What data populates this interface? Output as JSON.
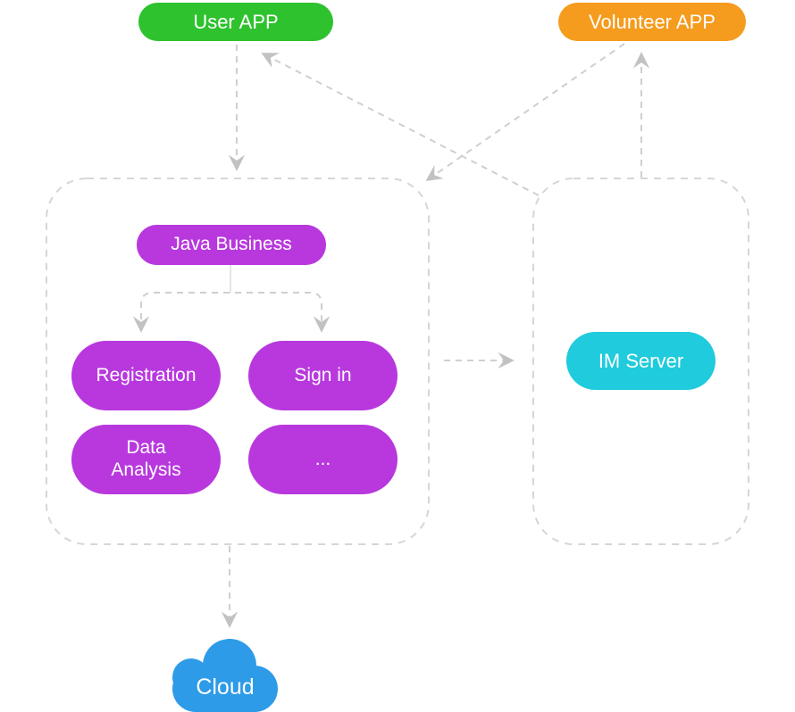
{
  "diagram": {
    "title": "App backend architecture diagram",
    "nodes": {
      "user_app": {
        "label": "User APP",
        "color": "#2EC22E"
      },
      "volunteer_app": {
        "label": "Volunteer APP",
        "color": "#F59B1D"
      },
      "java_business": {
        "label": "Java Business",
        "color": "#B838DE"
      },
      "registration": {
        "label": "Registration",
        "color": "#B838DE"
      },
      "sign_in": {
        "label": "Sign in",
        "color": "#B838DE"
      },
      "data_analysis": {
        "label": "Data Analysis",
        "color": "#B838DE"
      },
      "more": {
        "label": "...",
        "color": "#B838DE"
      },
      "im_server": {
        "label": "IM Server",
        "color": "#1FCBDC"
      },
      "cloud": {
        "label": "Cloud",
        "color": "#2D9BE8"
      }
    },
    "groups": {
      "backend_group": {
        "contains": [
          "java_business",
          "registration",
          "sign_in",
          "data_analysis",
          "more"
        ]
      },
      "im_group": {
        "contains": [
          "im_server"
        ]
      }
    },
    "edges": [
      {
        "id": "user-app-to-backend-group",
        "from": "user_app",
        "to": "backend_group",
        "style": "dashed"
      },
      {
        "id": "im-group-to-user-app",
        "from": "im_group",
        "to": "user_app",
        "style": "dashed"
      },
      {
        "id": "volunteer-app-to-backend-group",
        "from": "volunteer_app",
        "to": "backend_group",
        "style": "dashed"
      },
      {
        "id": "im-group-to-volunteer-app",
        "from": "im_group",
        "to": "volunteer_app",
        "style": "dashed"
      },
      {
        "id": "backend-group-to-im-group",
        "from": "backend_group",
        "to": "im_group",
        "style": "dashed"
      },
      {
        "id": "backend-group-to-cloud",
        "from": "backend_group",
        "to": "cloud",
        "style": "dashed"
      },
      {
        "id": "java-business-to-registration",
        "from": "java_business",
        "to": "registration",
        "style": "dashed"
      },
      {
        "id": "java-business-to-sign-in",
        "from": "java_business",
        "to": "sign_in",
        "style": "dashed"
      }
    ],
    "line_color": "#CFCFCF",
    "arrowhead_color": "#C2C2C2",
    "group_border_color": "#D6D6D6"
  }
}
